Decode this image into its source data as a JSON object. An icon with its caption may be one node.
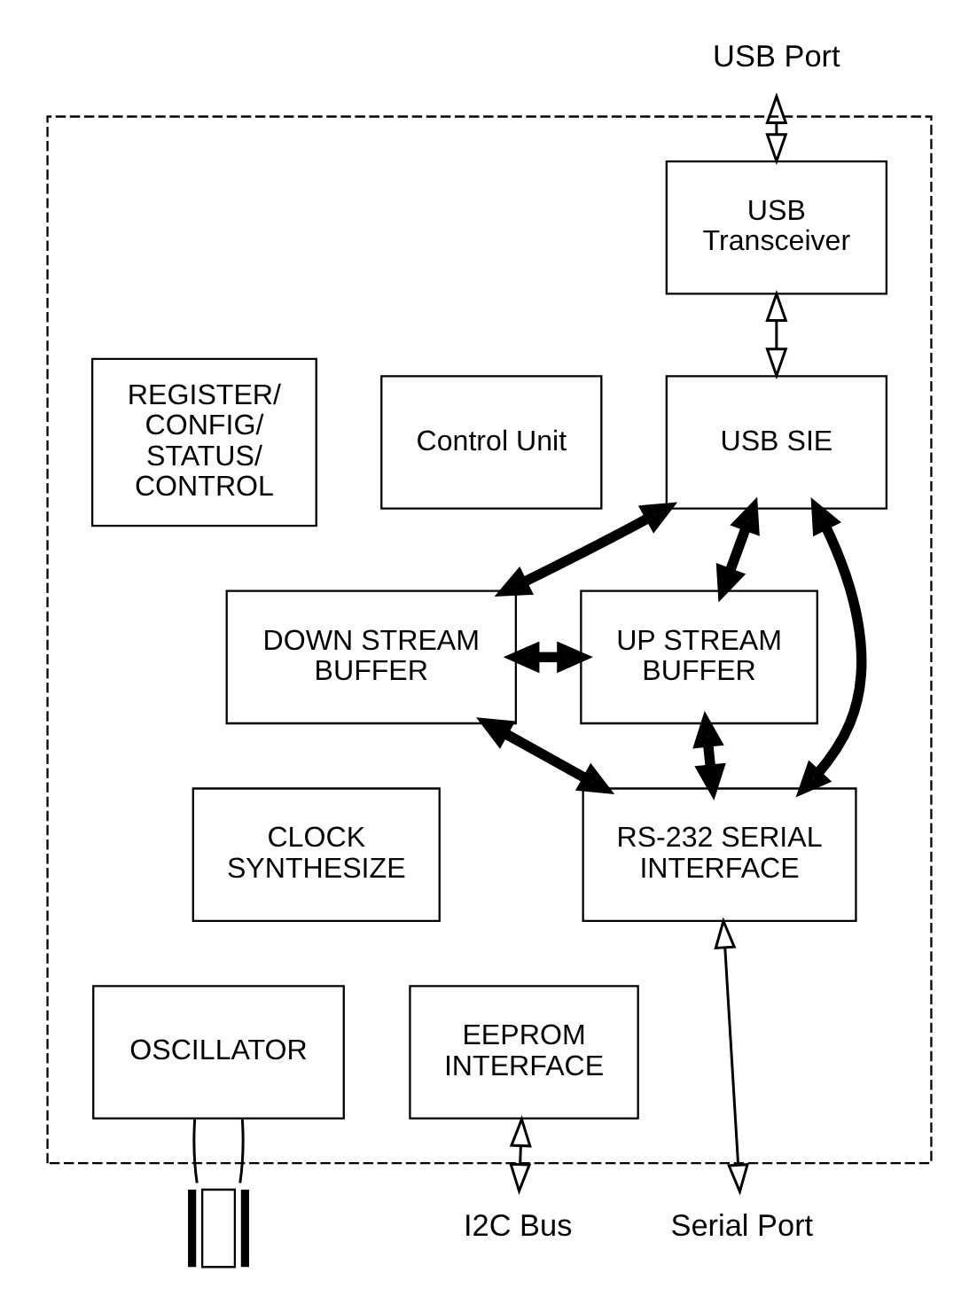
{
  "diagram": {
    "nodes": [
      {
        "text": [
          "USB Port"
        ]
      },
      {
        "text": [],
        "shape": "box"
      },
      {
        "text": [
          "USB Transceiver"
        ],
        "in": 1
      },
      {
        "text": [
          "Control Unit"
        ],
        "in": 1
      },
      {
        "text": [
          "USB SIE"
        ],
        "in": 1
      },
      {
        "text": [
          "REGISTER/ CONFIG/ STATUS/ CONTROL"
        ],
        "in": 1
      },
      {
        "text": [
          "DOWN STREAM BUFFER"
        ],
        "in": 1
      },
      {
        "text": [
          "UP STREAM BUFFER"
        ],
        "in": 1
      },
      {
        "text": [
          "CLOCK SYNTHESIZE"
        ],
        "in": 1
      },
      {
        "text": [
          "RS-232 SERIAL INTERFACE"
        ],
        "in": 1
      },
      {
        "text": [
          "OSCILLATOR"
        ],
        "in": 1
      },
      {
        "text": [
          "EEPROM INTERFACE"
        ],
        "in": 1
      },
      {
        "text": [],
        "shape": "box"
      },
      {
        "text": [
          "Serial Port"
        ]
      },
      {
        "text": [
          "I2C Bus"
        ]
      }
    ],
    "edges": [
      {
        "from": 0,
        "to": 2,
        "arrow": "both"
      },
      {
        "from": 2,
        "to": 4,
        "arrow": "both"
      },
      {
        "from": 4,
        "to": 6,
        "arrow": "both",
        "style": "thick"
      },
      {
        "from": 4,
        "to": 7,
        "arrow": "both",
        "style": "thick"
      },
      {
        "from": 4,
        "to": 9,
        "arrow": "both",
        "style": "thick"
      },
      {
        "from": 6,
        "to": 9,
        "arrow": "both",
        "style": "thick"
      },
      {
        "from": 7,
        "to": 9,
        "arrow": "both",
        "style": "thick"
      },
      {
        "from": 6,
        "to": 7,
        "arrow": "both",
        "style": "thick"
      },
      {
        "from": 10,
        "to": 12,
        "arrow": "none"
      },
      {
        "from": 10,
        "to": 12,
        "arrow": "none"
      },
      {
        "from": 9,
        "to": 13,
        "arrow": "both"
      },
      {
        "from": 11,
        "to": 14,
        "arrow": "both"
      }
    ]
  }
}
